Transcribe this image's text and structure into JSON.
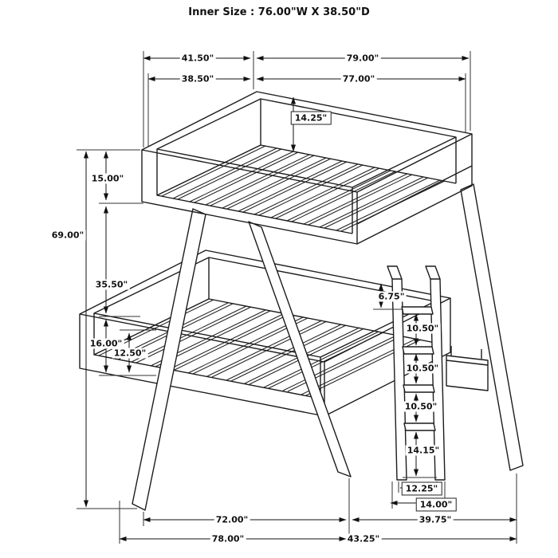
{
  "title": "Inner Size : 76.00\"W X 38.50\"D",
  "dims": {
    "top_outer_depth": "41.50\"",
    "top_outer_length": "79.00\"",
    "top_inner_depth": "38.50\"",
    "top_inner_length": "77.00\"",
    "guard_rail_inner": "14.25\"",
    "guard_rail_height": "15.00\"",
    "overall_height": "69.00\"",
    "bunk_spacing": "35.50\"",
    "lower_rail_height": "16.00\"",
    "lower_rail_inner": "12.50\"",
    "ladder_top_gap": "6.75\"",
    "rung_spacing_1": "10.50\"",
    "rung_spacing_2": "10.50\"",
    "rung_spacing_3": "10.50\"",
    "ladder_bottom_gap": "14.15\"",
    "ladder_inner_width": "12.25\"",
    "ladder_outer_width": "14.00\"",
    "bottom_inner_length": "72.00\"",
    "bottom_depth": "39.75\"",
    "bottom_outer_length": "78.00\"",
    "bottom_outer_depth": "43.25\""
  }
}
